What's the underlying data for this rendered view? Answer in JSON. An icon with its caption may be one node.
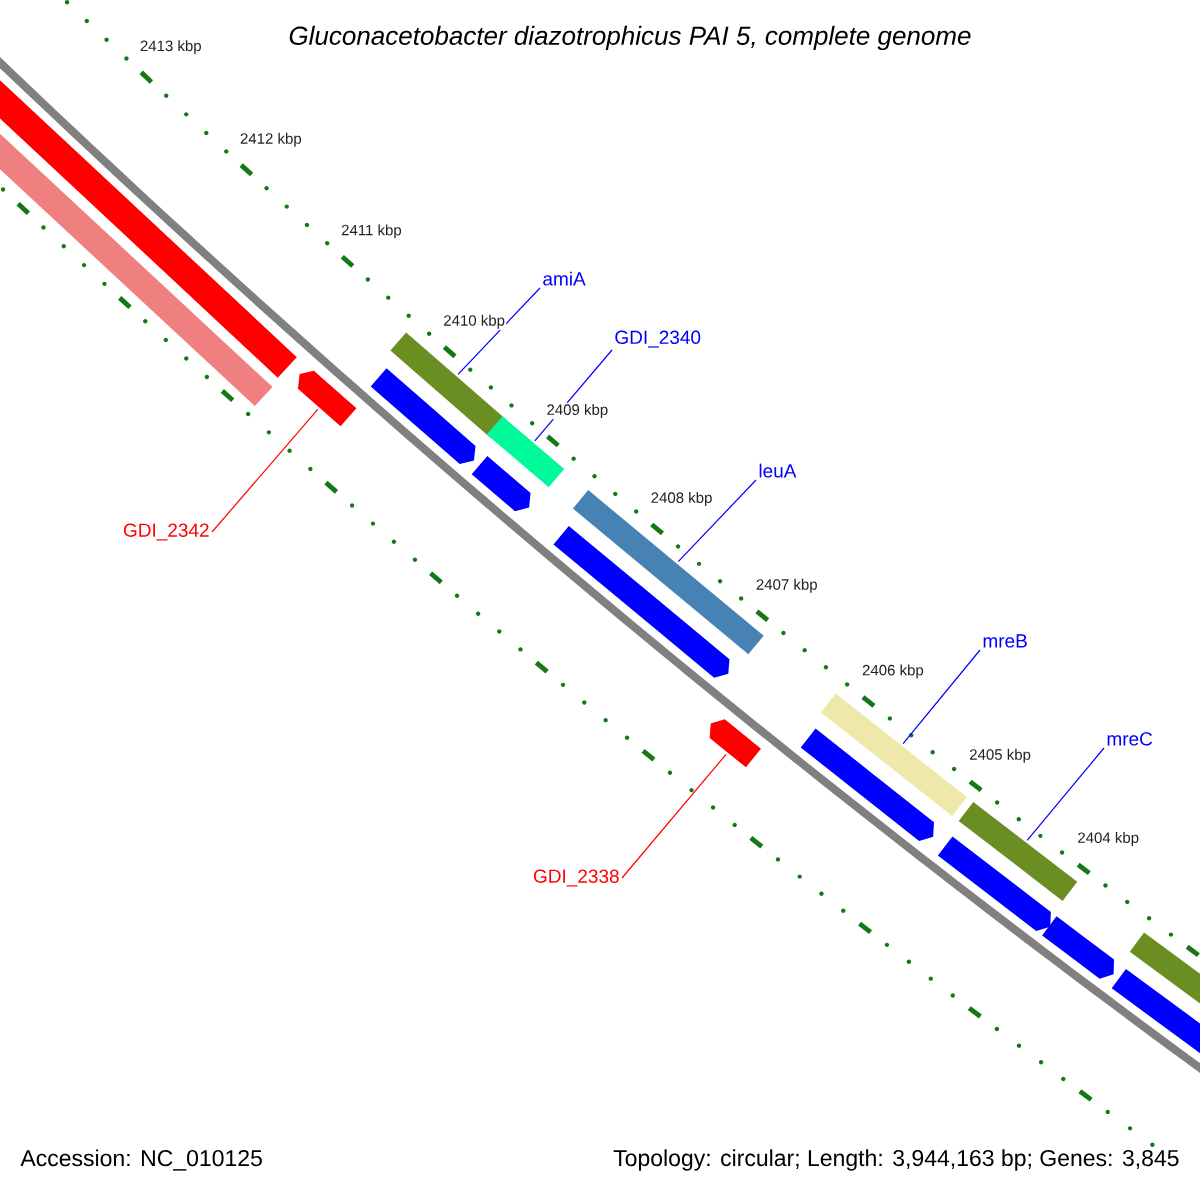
{
  "diagram": {
    "title": "Gluconacetobacter diazotrophicus PAI 5, complete genome",
    "nodes": [
      {
        "text": [
          "amiA"
        ]
      },
      {
        "text": [],
        "shape": "bar"
      },
      {
        "text": [
          "GDI_2340"
        ]
      },
      {
        "text": [],
        "shape": "bar"
      },
      {
        "text": [
          "leuA"
        ]
      },
      {
        "text": [],
        "shape": "bar"
      },
      {
        "text": [
          "mreB"
        ]
      },
      {
        "text": [],
        "shape": "bar"
      },
      {
        "text": [
          "mreC"
        ]
      },
      {
        "text": [],
        "shape": "bar"
      },
      {
        "text": [
          "GDI_2342"
        ]
      },
      {
        "text": [],
        "shape": "arrow"
      },
      {
        "text": [
          "GDI_2338"
        ]
      },
      {
        "text": [],
        "shape": "arrow"
      },
      {
        "text": [],
        "shape": "bar"
      },
      {
        "text": [],
        "shape": "bar"
      },
      {
        "text": [],
        "shape": "arrow"
      },
      {
        "text": [],
        "shape": "arrow"
      },
      {
        "text": [],
        "shape": "arrow"
      },
      {
        "text": [],
        "shape": "arrow"
      },
      {
        "text": [],
        "shape": "arrow"
      },
      {
        "text": [],
        "shape": "arrow"
      },
      {
        "text": [],
        "shape": "arrow"
      },
      {
        "text": [],
        "shape": "bar"
      }
    ],
    "edges": [
      {
        "from": 0,
        "to": 1,
        "arrow": "none"
      },
      {
        "from": 2,
        "to": 3,
        "arrow": "none"
      },
      {
        "from": 4,
        "to": 5,
        "arrow": "none"
      },
      {
        "from": 6,
        "to": 7,
        "arrow": "none"
      },
      {
        "from": 8,
        "to": 9,
        "arrow": "none"
      },
      {
        "from": 10,
        "to": 11,
        "arrow": "none",
        "color": "#ff0000"
      },
      {
        "from": 12,
        "to": 13,
        "arrow": "none",
        "color": "#ff0000"
      }
    ],
    "labels": [
      "2413 kbp",
      "2412 kbp",
      "2411 kbp",
      "2410 kbp",
      "2409 kbp",
      "2408 kbp",
      "2407 kbp",
      "2406 kbp",
      "2405 kbp",
      "2404 kbp",
      "Accession: NC_010125",
      "Topology: circular; Length: 3,944,163 bp; Genes: 3,845"
    ]
  }
}
